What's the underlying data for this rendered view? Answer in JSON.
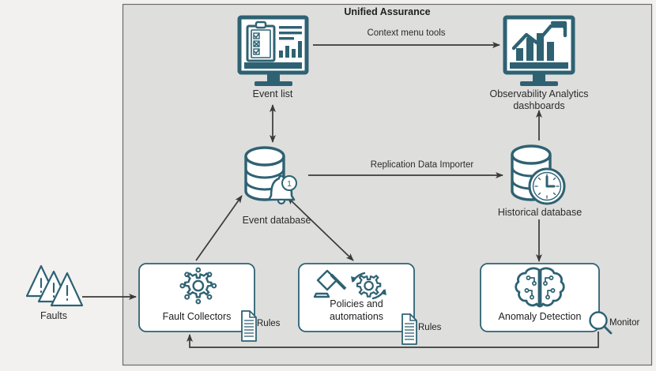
{
  "diagram": {
    "container_title": "Unified Assurance",
    "outer_background": "#f2f1ef",
    "container_background": "#dededd",
    "container_border": "#6b6b6b",
    "icon_color": "#2e6273",
    "arrow_color": "#3a3a3a",
    "node_border": "#2e6273",
    "node_fill": "#ffffff"
  },
  "nodes": {
    "faults": {
      "label": "Faults",
      "icon": "warning-triangles-icon"
    },
    "event_list": {
      "label": "Event list",
      "icon": "monitor-checklist-chart-icon"
    },
    "observability": {
      "label": "Observability Analytics\ndashboards",
      "icon": "monitor-trend-chart-icon"
    },
    "event_database": {
      "label": "Event database",
      "icon": "database-bell-badge-icon",
      "badge": "1"
    },
    "historical_database": {
      "label": "Historical database",
      "icon": "database-clock-icon"
    },
    "fault_collectors": {
      "label": "Fault Collectors",
      "icon": "gear-dots-icon",
      "attachment": "Rules",
      "attachment_icon": "document-rules-icon"
    },
    "policies": {
      "label": "Policies and\nautomations",
      "icon": "gavel-gear-refresh-icon",
      "attachment": "Rules",
      "attachment_icon": "document-rules-icon"
    },
    "anomaly_detection": {
      "label": "Anomaly Detection",
      "icon": "brain-circuit-icon",
      "attachment": "Monitor",
      "attachment_icon": "magnifier-icon"
    }
  },
  "edges": {
    "context_menu_tools": "Context menu tools",
    "replication_data_importer": "Replication Data Importer"
  }
}
